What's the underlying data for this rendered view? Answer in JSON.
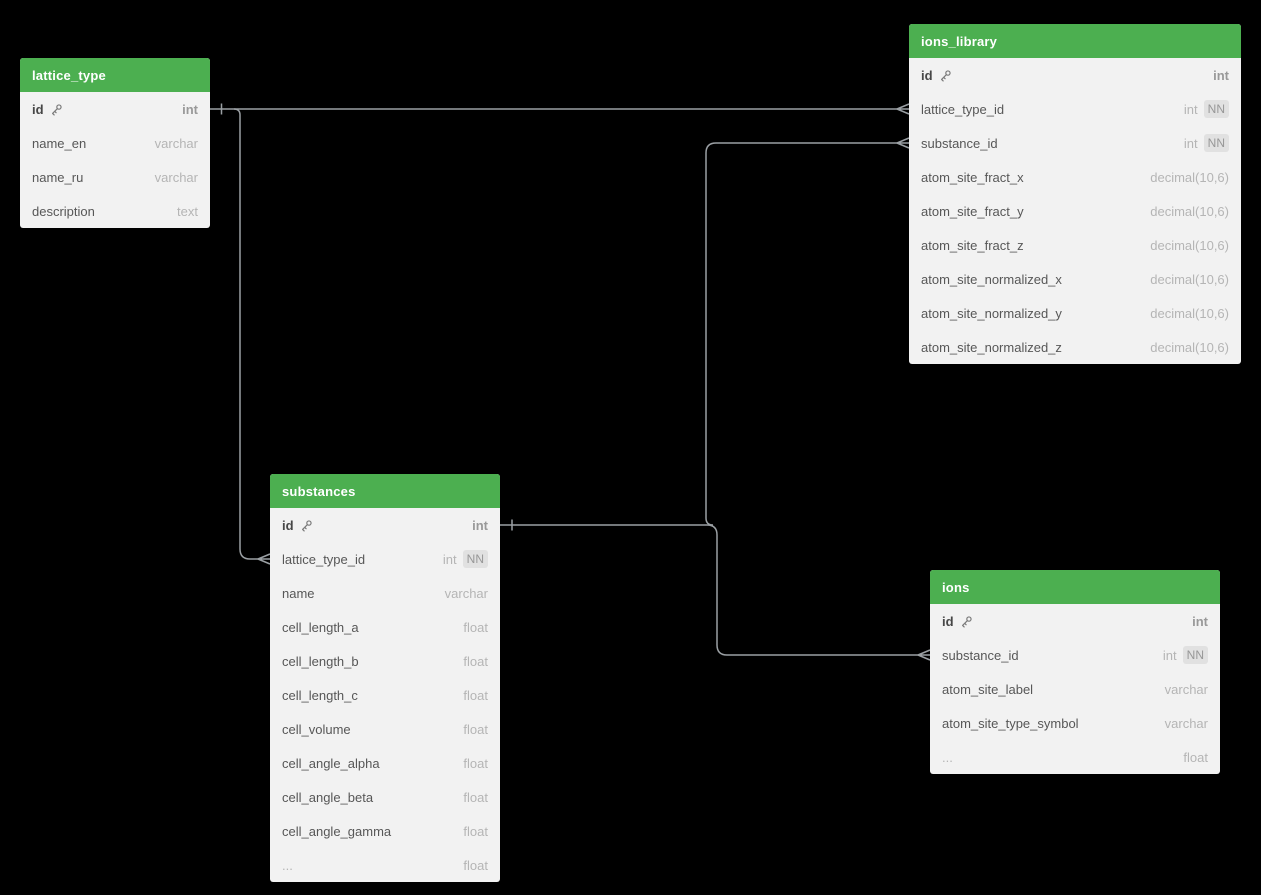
{
  "diagram": {
    "background": "#000000",
    "header_color": "#4caf50",
    "table_body_color": "#f2f2f2",
    "line_color": "#9ba0a4",
    "not_null_badge": "NN",
    "tables": [
      {
        "name": "lattice_type",
        "fields": [
          {
            "name": "id",
            "type": "int",
            "pk": true
          },
          {
            "name": "name_en",
            "type": "varchar"
          },
          {
            "name": "name_ru",
            "type": "varchar"
          },
          {
            "name": "description",
            "type": "text"
          }
        ]
      },
      {
        "name": "ions_library",
        "fields": [
          {
            "name": "id",
            "type": "int",
            "pk": true
          },
          {
            "name": "lattice_type_id",
            "type": "int",
            "nn": true
          },
          {
            "name": "substance_id",
            "type": "int",
            "nn": true
          },
          {
            "name": "atom_site_fract_x",
            "type": "decimal(10,6)"
          },
          {
            "name": "atom_site_fract_y",
            "type": "decimal(10,6)"
          },
          {
            "name": "atom_site_fract_z",
            "type": "decimal(10,6)"
          },
          {
            "name": "atom_site_normalized_x",
            "type": "decimal(10,6)"
          },
          {
            "name": "atom_site_normalized_y",
            "type": "decimal(10,6)"
          },
          {
            "name": "atom_site_normalized_z",
            "type": "decimal(10,6)"
          }
        ]
      },
      {
        "name": "substances",
        "fields": [
          {
            "name": "id",
            "type": "int",
            "pk": true
          },
          {
            "name": "lattice_type_id",
            "type": "int",
            "nn": true
          },
          {
            "name": "name",
            "type": "varchar"
          },
          {
            "name": "cell_length_a",
            "type": "float"
          },
          {
            "name": "cell_length_b",
            "type": "float"
          },
          {
            "name": "cell_length_c",
            "type": "float"
          },
          {
            "name": "cell_volume",
            "type": "float"
          },
          {
            "name": "cell_angle_alpha",
            "type": "float"
          },
          {
            "name": "cell_angle_beta",
            "type": "float"
          },
          {
            "name": "cell_angle_gamma",
            "type": "float"
          },
          {
            "name": "...",
            "type": "float",
            "muted": true
          }
        ]
      },
      {
        "name": "ions",
        "fields": [
          {
            "name": "id",
            "type": "int",
            "pk": true
          },
          {
            "name": "substance_id",
            "type": "int",
            "nn": true
          },
          {
            "name": "atom_site_label",
            "type": "varchar"
          },
          {
            "name": "atom_site_type_symbol",
            "type": "varchar"
          },
          {
            "name": "...",
            "type": "float",
            "muted": true
          }
        ]
      }
    ],
    "relationships": [
      {
        "from": "lattice_type.id",
        "to": "ions_library.lattice_type_id",
        "from_cardinality": "one",
        "to_cardinality": "many"
      },
      {
        "from": "lattice_type.id",
        "to": "substances.lattice_type_id",
        "from_cardinality": "one",
        "to_cardinality": "many"
      },
      {
        "from": "substances.id",
        "to": "ions_library.substance_id",
        "from_cardinality": "one",
        "to_cardinality": "many"
      },
      {
        "from": "substances.id",
        "to": "ions.substance_id",
        "from_cardinality": "one",
        "to_cardinality": "many"
      }
    ]
  }
}
